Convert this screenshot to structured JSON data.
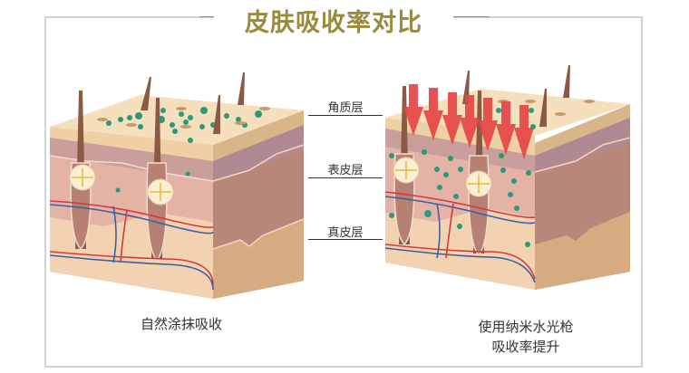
{
  "title": "皮肤吸收率对比",
  "colors": {
    "title": "#9a8a3e",
    "frame_border": "#d2d2d2",
    "stratum_top": "#f6dfbc",
    "epidermis": "#c99e9b",
    "dermis": "#e4b3a5",
    "subcutis": "#f2d2b1",
    "side_dermis": "#b9877a",
    "side_sub": "#d6ab82",
    "particle": "#2a9a78",
    "arrow": "#e64545",
    "hair": "#8a5a44",
    "artery": "#d53a3a",
    "vein": "#3a5fa6"
  },
  "layers": [
    {
      "label": "角质层"
    },
    {
      "label": "表皮层"
    },
    {
      "label": "真皮层"
    }
  ],
  "panels": {
    "left": {
      "caption": "自然涂抹吸收",
      "description": "particles remain on surface"
    },
    "right": {
      "caption_line1": "使用纳米水光枪",
      "caption_line2": "吸收率提升",
      "arrows": 7
    }
  }
}
